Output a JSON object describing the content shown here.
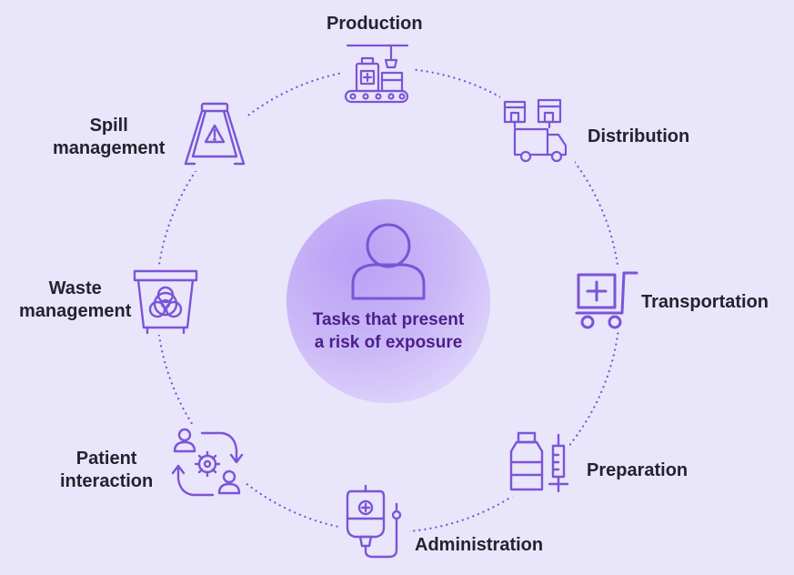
{
  "center": {
    "line1": "Tasks that present",
    "line2": "a risk of exposure",
    "icon": "person-icon"
  },
  "tasks": [
    {
      "key": "production",
      "line1": "Production",
      "icon": "conveyor-factory-icon"
    },
    {
      "key": "distribution",
      "line1": "Distribution",
      "icon": "delivery-truck-icon"
    },
    {
      "key": "transportation",
      "line1": "Transportation",
      "icon": "medical-cart-icon"
    },
    {
      "key": "preparation",
      "line1": "Preparation",
      "icon": "vial-syringe-icon"
    },
    {
      "key": "administration",
      "line1": "Administration",
      "icon": "iv-bag-icon"
    },
    {
      "key": "patient",
      "line1": "Patient",
      "line2": "interaction",
      "icon": "people-cycle-icon"
    },
    {
      "key": "waste",
      "line1": "Waste",
      "line2": "management",
      "icon": "biohazard-bin-icon"
    },
    {
      "key": "spill",
      "line1": "Spill",
      "line2": "management",
      "icon": "wet-floor-sign-icon"
    }
  ],
  "colors": {
    "background": "#e9e5fb",
    "accent": "#7b4fd8",
    "icon_stroke": "#7a55d6",
    "center_text": "#4b1f8a",
    "label_text": "#23232f"
  }
}
